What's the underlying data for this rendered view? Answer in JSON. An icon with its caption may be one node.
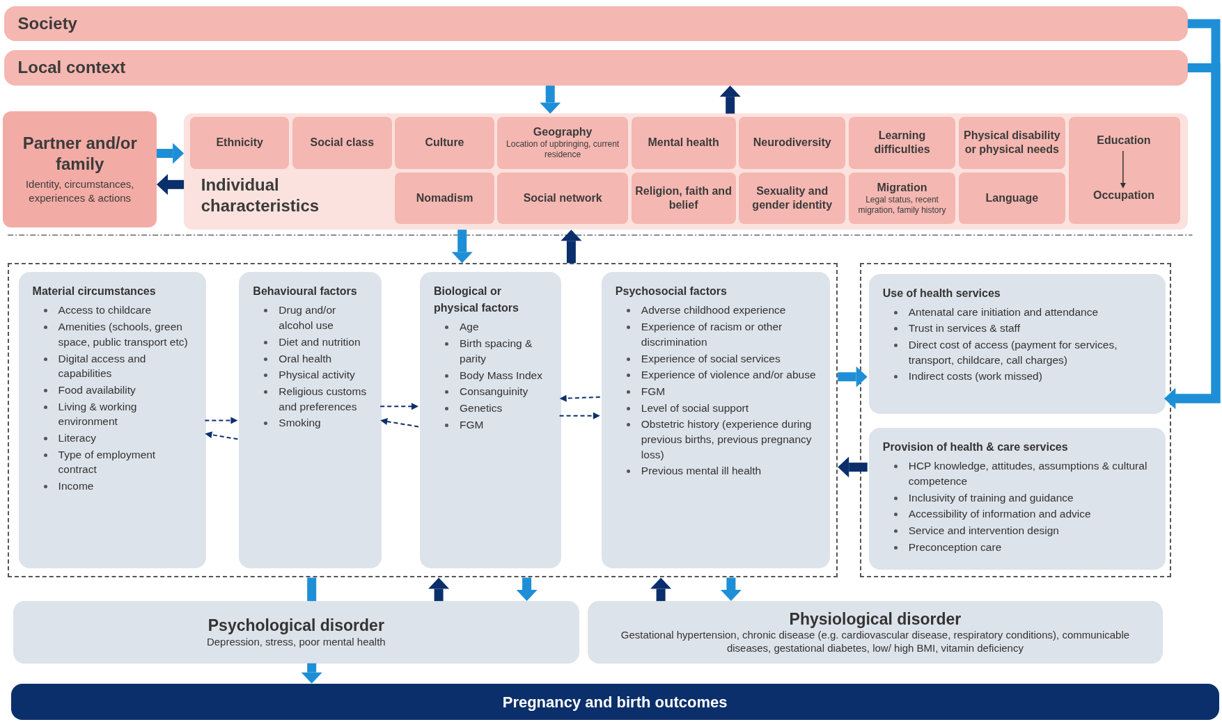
{
  "diagram": {
    "nodes": [
      {
        "text": [
          "Society"
        ]
      },
      {
        "text": [
          "Local context"
        ]
      },
      {
        "text": [
          "Partner and/or family",
          "Identity, circumstances, experiences & actions"
        ]
      },
      {
        "text": [
          "Individual characteristics"
        ]
      },
      {
        "text": [
          "Ethnicity"
        ],
        "in": 3
      },
      {
        "text": [
          "Social class"
        ],
        "in": 3
      },
      {
        "text": [
          "Culture"
        ],
        "in": 3
      },
      {
        "text": [
          "Geography",
          "Location of upbringing, current residence"
        ],
        "in": 3
      },
      {
        "text": [
          "Mental health"
        ],
        "in": 3
      },
      {
        "text": [
          "Neurodiversity"
        ],
        "in": 3
      },
      {
        "text": [
          "Learning difficulties"
        ],
        "in": 3
      },
      {
        "text": [
          "Physical disability or physical needs"
        ],
        "in": 3
      },
      {
        "text": [],
        "shape": "box",
        "in": 3
      },
      {
        "text": [
          "Education"
        ],
        "in": 12
      },
      {
        "text": [
          "Occupation"
        ],
        "in": 12
      },
      {
        "text": [
          "Nomadism"
        ],
        "in": 3
      },
      {
        "text": [
          "Social network"
        ],
        "in": 3
      },
      {
        "text": [
          "Religion, faith and belief"
        ],
        "in": 3
      },
      {
        "text": [
          "Sexuality and gender identity"
        ],
        "in": 3
      },
      {
        "text": [
          "Migration",
          "Legal status, recent migration, family history"
        ],
        "in": 3
      },
      {
        "text": [
          "Language"
        ],
        "in": 3
      },
      {
        "text": [],
        "shape": "box"
      },
      {
        "text": [
          "Material circumstances",
          "Access to childcare",
          "Amenities (schools, green space, public transport etc)",
          "Digital access and capabilities",
          "Food availability",
          "Living & working environment",
          "Literacy",
          "Type of employment contract",
          "Income"
        ],
        "in": 21
      },
      {
        "text": [
          "Behavioural factors",
          "Drug and/or alcohol use",
          "Diet and nutrition",
          "Oral health",
          "Physical activity",
          "Religious customs and preferences",
          "Smoking"
        ],
        "in": 21
      },
      {
        "text": [
          "Biological or physical factors",
          "Age",
          "Birth spacing & parity",
          "Body Mass Index",
          "Consanguinity",
          "Genetics",
          "FGM"
        ],
        "in": 21
      },
      {
        "text": [
          "Psychosocial factors",
          "Adverse childhood experience",
          "Experience of racism or other discrimination",
          "Experience of social services",
          "Experience of violence and/or abuse",
          "FGM",
          "Level of social support",
          "Obstetric history (experience during previous births, previous pregnancy loss)",
          "Previous mental ill health"
        ],
        "in": 21
      },
      {
        "text": [],
        "shape": "box"
      },
      {
        "text": [
          "Use of health services",
          "Antenatal care initiation and attendance",
          "Trust in services & staff",
          "Direct cost of access (payment for services, transport, childcare, call charges)",
          "Indirect costs (work missed)"
        ],
        "in": 26
      },
      {
        "text": [
          "Provision of health & care services",
          "HCP knowledge, attitudes, assumptions & cultural competence",
          "Inclusivity of training and guidance",
          "Accessibility of information and advice",
          "Service and intervention design",
          "Preconception care"
        ],
        "in": 26
      },
      {
        "text": [
          "Psychological disorder",
          "Depression, stress, poor mental health"
        ]
      },
      {
        "text": [
          "Physiological disorder",
          "Gestational hypertension, chronic disease (e.g. cardiovascular disease, respiratory conditions), communicable diseases, gestational diabetes, low/ high BMI, vitamin deficiency"
        ]
      },
      {
        "text": [
          "Pregnancy and birth outcomes"
        ]
      }
    ],
    "edges": [
      {
        "from": 0,
        "to": 27,
        "arrow": "to",
        "color": "#1e8fd6"
      },
      {
        "from": 1,
        "to": 27,
        "arrow": "to",
        "color": "#1e8fd6"
      },
      {
        "from": 1,
        "to": 3,
        "arrow": "to",
        "color": "#1e8fd6"
      },
      {
        "from": 3,
        "to": 1,
        "arrow": "to"
      },
      {
        "from": 2,
        "to": 3,
        "arrow": "to",
        "color": "#1e8fd6"
      },
      {
        "from": 3,
        "to": 2,
        "arrow": "to"
      },
      {
        "from": 13,
        "to": 14,
        "arrow": "to",
        "color": "#333333"
      },
      {
        "from": 3,
        "to": 21,
        "arrow": "to",
        "color": "#1e8fd6"
      },
      {
        "from": 21,
        "to": 3,
        "arrow": "to"
      },
      {
        "from": 22,
        "to": 23,
        "arrow": "to",
        "style": "dashed"
      },
      {
        "from": 23,
        "to": 22,
        "arrow": "to",
        "style": "dashed"
      },
      {
        "from": 23,
        "to": 24,
        "arrow": "to",
        "style": "dashed"
      },
      {
        "from": 24,
        "to": 23,
        "arrow": "to",
        "style": "dashed"
      },
      {
        "from": 25,
        "to": 24,
        "arrow": "to",
        "style": "dashed"
      },
      {
        "from": 24,
        "to": 25,
        "arrow": "to",
        "style": "dashed"
      },
      {
        "from": 21,
        "to": 27,
        "arrow": "to",
        "color": "#1e8fd6"
      },
      {
        "from": 28,
        "to": 21,
        "arrow": "to"
      },
      {
        "from": 21,
        "to": 29,
        "arrow": "none",
        "color": "#1e8fd6"
      },
      {
        "from": 29,
        "to": 21,
        "arrow": "to"
      },
      {
        "from": 21,
        "to": 29,
        "arrow": "to",
        "color": "#1e8fd6"
      },
      {
        "from": 30,
        "to": 21,
        "arrow": "to"
      },
      {
        "from": 21,
        "to": 30,
        "arrow": "to",
        "color": "#1e8fd6"
      },
      {
        "from": 29,
        "to": 31,
        "arrow": "to",
        "color": "#1e8fd6"
      }
    ]
  }
}
